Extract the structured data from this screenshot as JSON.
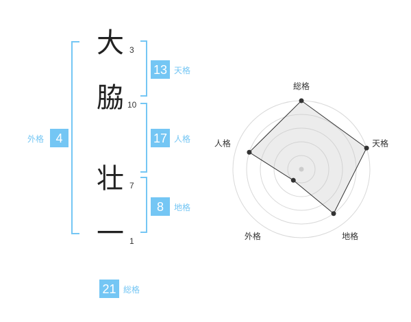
{
  "name": {
    "chars": [
      {
        "char": "大",
        "strokes": "3"
      },
      {
        "char": "脇",
        "strokes": "10"
      },
      {
        "char": "壮",
        "strokes": "7"
      },
      {
        "char": "一",
        "strokes": "1"
      }
    ]
  },
  "fortunes": {
    "tenkaku": {
      "value": "13",
      "label": "天格"
    },
    "jinkaku": {
      "value": "17",
      "label": "人格"
    },
    "chikaku": {
      "value": "8",
      "label": "地格"
    },
    "gaikaku": {
      "value": "4",
      "label": "外格"
    },
    "soukaku": {
      "value": "21",
      "label": "総格"
    }
  },
  "colors": {
    "accent": "#74c6f4",
    "text": "#222222"
  },
  "chart_data": {
    "type": "radar",
    "axes": [
      "総格",
      "天格",
      "地格",
      "外格",
      "人格"
    ],
    "values": [
      5,
      5,
      4,
      1,
      4
    ],
    "rmax": 5,
    "rings": 5
  }
}
